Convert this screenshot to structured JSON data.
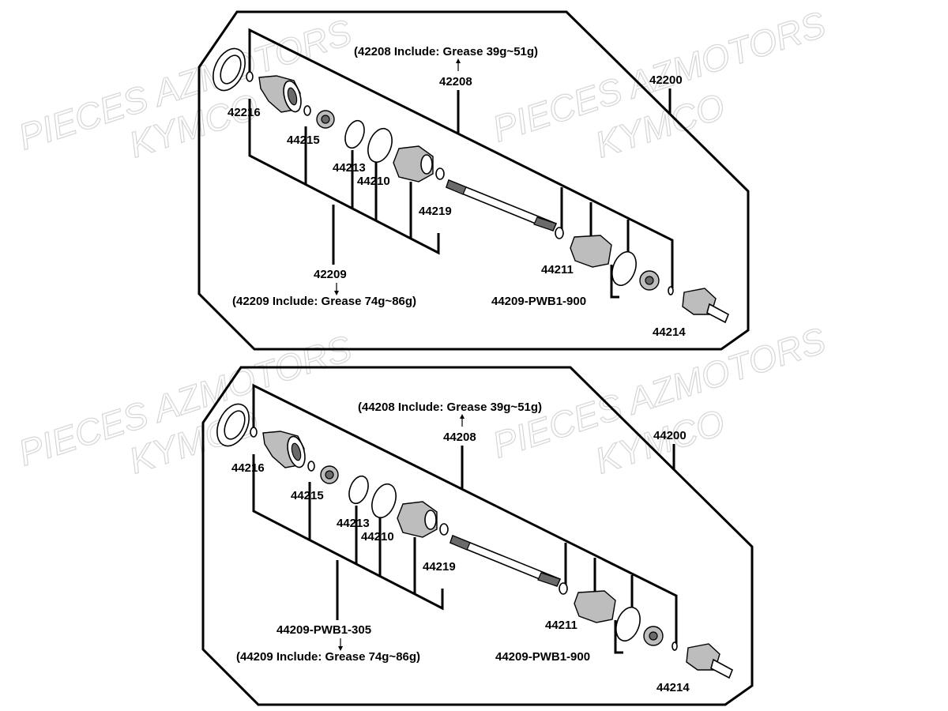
{
  "watermarks": [
    "PIECES AZMOTORS",
    "KYMCO"
  ],
  "panels": [
    {
      "assembly": "42200",
      "note_42208": "(42208 Include: Grease  39g~51g)",
      "label_42208": "42208",
      "label_42216": "42216",
      "label_44215": "44215",
      "label_44213": "44213",
      "label_44210": "44210",
      "label_44219": "44219",
      "label_42209": "42209",
      "note_42209": "(42209 Include: Grease  74g~86g)",
      "label_44211": "44211",
      "label_boot_kit": "44209-PWB1-900",
      "label_44214": "44214"
    },
    {
      "assembly": "44200",
      "note_42208": "(44208 Include: Grease  39g~51g)",
      "label_42208": "44208",
      "label_42216": "44216",
      "label_44215": "44215",
      "label_44213": "44213",
      "label_44210": "44210",
      "label_44219": "44219",
      "label_42209": "44209-PWB1-305",
      "note_42209": "(44209 Include: Grease  74g~86g)",
      "label_44211": "44211",
      "label_boot_kit": "44209-PWB1-900",
      "label_44214": "44214"
    }
  ]
}
